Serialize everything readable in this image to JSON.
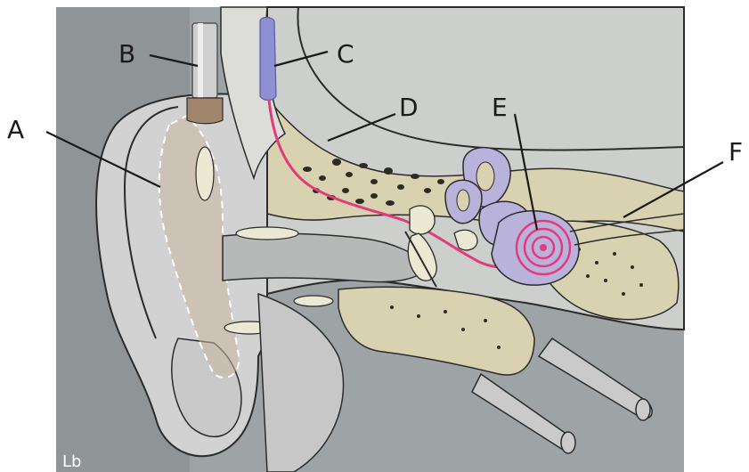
{
  "labels": {
    "a": "A",
    "b": "B",
    "c": "C",
    "d": "D",
    "e": "E",
    "f": "F"
  },
  "signature": "Lb",
  "colors": {
    "background": "#9ea3a6",
    "background_dark": "#8a8f92",
    "skin": "#d1d2d1",
    "skin_outline": "#2b2b2b",
    "bone": "#d9d2b0",
    "bone_dots": "#3d3a33",
    "earmold_beige": "#c9b6a0",
    "cochlea_lavender": "#b9b3dc",
    "electrode_pink": "#e43a7a",
    "transmitter_blue": "#8f8fd4",
    "processor_silver": "#cfcfcf",
    "cartilage_cream": "#ebe9d4"
  },
  "icons": {
    "processor": "sound-processor-icon",
    "transmitter": "transmitter-coil-icon",
    "cochlea": "cochlea-icon"
  }
}
